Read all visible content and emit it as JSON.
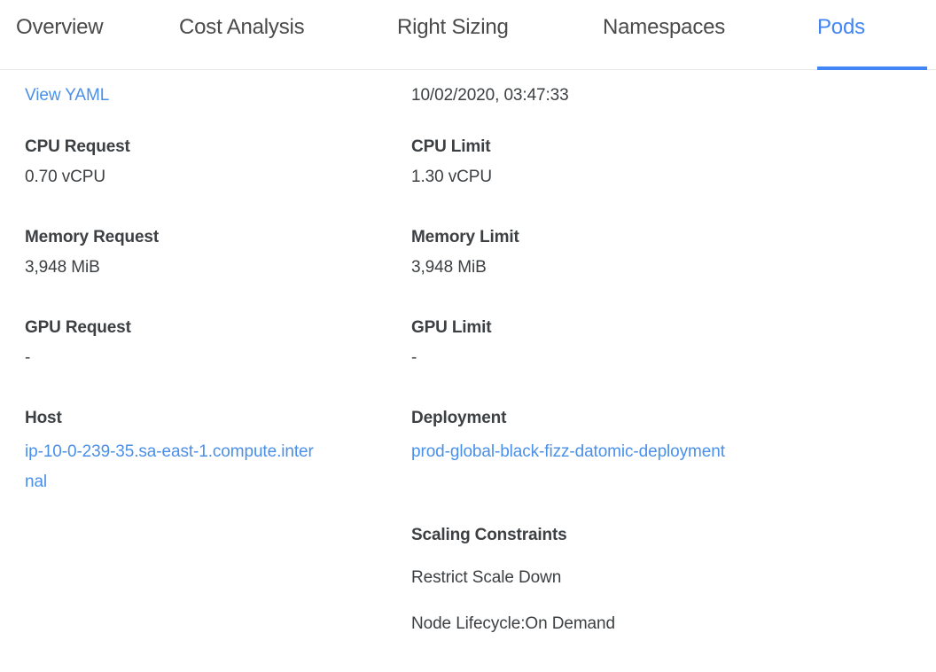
{
  "tabs": [
    {
      "label": "Overview",
      "active": false
    },
    {
      "label": "Cost Analysis",
      "active": false
    },
    {
      "label": "Right Sizing",
      "active": false
    },
    {
      "label": "Namespaces",
      "active": false
    },
    {
      "label": "Pods",
      "active": true
    }
  ],
  "colors": {
    "accent": "#4285f4",
    "link": "#4a90e8",
    "text": "#3c4043",
    "tab_inactive": "#4a4a4a",
    "divider": "#e9e9e9",
    "background": "#ffffff"
  },
  "detail": {
    "view_yaml_label": "View YAML",
    "timestamp": "10/02/2020, 03:47:33",
    "cpu_request": {
      "label": "CPU Request",
      "value": "0.70 vCPU"
    },
    "cpu_limit": {
      "label": "CPU Limit",
      "value": "1.30 vCPU"
    },
    "memory_request": {
      "label": "Memory Request",
      "value": "3,948 MiB"
    },
    "memory_limit": {
      "label": "Memory Limit",
      "value": "3,948 MiB"
    },
    "gpu_request": {
      "label": "GPU Request",
      "value": "-"
    },
    "gpu_limit": {
      "label": "GPU Limit",
      "value": "-"
    },
    "host": {
      "label": "Host",
      "value": "ip-10-0-239-35.sa-east-1.compute.internal"
    },
    "deployment": {
      "label": "Deployment",
      "value": "prod-global-black-fizz-datomic-deployment"
    },
    "scaling_constraints": {
      "label": "Scaling Constraints",
      "lines": [
        "Restrict Scale Down",
        "Node Lifecycle:On Demand"
      ]
    }
  }
}
